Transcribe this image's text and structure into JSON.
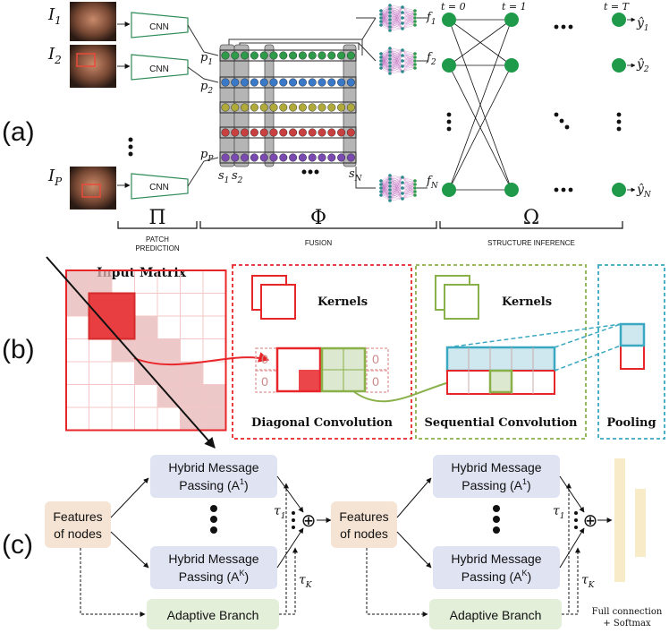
{
  "panel_labels": {
    "a": "(a)",
    "b": "(b)",
    "c": "(c)"
  },
  "panel_a": {
    "face_inputs": [
      {
        "label": "I",
        "sub": "1"
      },
      {
        "label": "I",
        "sub": "2"
      },
      {
        "label": "I",
        "sub": "P"
      }
    ],
    "cnn_label": "CNN",
    "patch_labels": [
      {
        "label": "p",
        "sub": "1"
      },
      {
        "label": "p",
        "sub": "2"
      },
      {
        "label": "p",
        "sub": "P"
      }
    ],
    "s_labels": [
      {
        "label": "s",
        "sub": "1"
      },
      {
        "label": "s",
        "sub": "2"
      },
      {
        "label": "s",
        "sub": "N"
      }
    ],
    "f_labels": [
      {
        "label": "f",
        "sub": "1"
      },
      {
        "label": "f",
        "sub": "2"
      },
      {
        "label": "f",
        "sub": "N"
      }
    ],
    "t_labels": [
      "t = 0",
      "t = 1",
      "t = T"
    ],
    "outputs": [
      {
        "label": "ŷ",
        "sub": "1"
      },
      {
        "label": "ŷ",
        "sub": "2"
      },
      {
        "label": "ŷ",
        "sub": "N"
      }
    ],
    "stage_symbols": {
      "pi": "Π",
      "phi": "Φ",
      "omega": "Ω"
    },
    "stage_names": {
      "patch_1": "PATCH",
      "patch_2": "PREDICTION",
      "fusion": "FUSION",
      "structure": "STRUCTURE INFERENCE"
    },
    "row_colors": [
      "#2e9a4a",
      "#3a78c8",
      "#b0aa3a",
      "#c84040",
      "#7a4ab0"
    ],
    "accent": "#2e8b57"
  },
  "panel_b": {
    "input_matrix_title": "Input Matrix",
    "kernels_label_1": "Kernels",
    "kernels_label_2": "Kernels",
    "pad_zero": "0",
    "diag_title": "Diagonal Convolution",
    "seq_title": "Sequential Convolution",
    "pool_title": "Pooling",
    "colors": {
      "red": "#e8262a",
      "green": "#8ab04a",
      "teal": "#3aa8c0"
    }
  },
  "panel_c": {
    "features_line1": "Features",
    "features_line2": "of nodes",
    "hmp_line1": "Hybrid Message",
    "hmp_line2_1": "Passing (A",
    "hmp_sup_1": "1",
    "hmp_line2_k": "Passing (A",
    "hmp_sup_k": "K",
    "close_paren": ")",
    "adaptive": "Adaptive  Branch",
    "tau_1": "τ",
    "tau_1_sub": "1",
    "tau_k": "τ",
    "tau_k_sub": "K",
    "oplus": "⊕",
    "fc_line1": "Full connection",
    "fc_line2": "+ Softmax",
    "colors": {
      "features": "#f5e3d3",
      "hmp": "#dfe3f2",
      "adaptive": "#e3efd9",
      "fc": "#f7ecc7"
    }
  }
}
